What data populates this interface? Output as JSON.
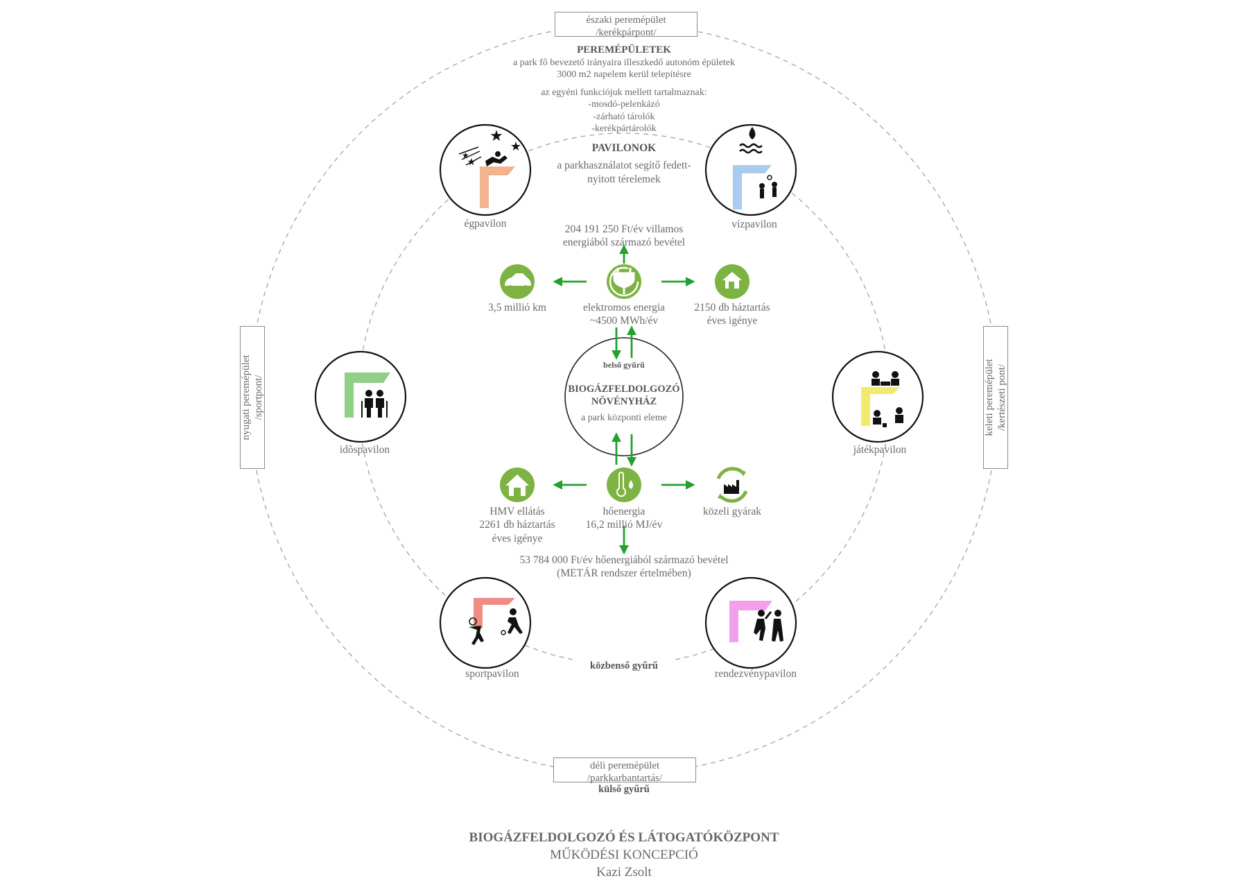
{
  "colors": {
    "green": "#23a12f",
    "icon_green": "#7cb342",
    "ring": "#9a9a9a",
    "sky_pavilion": "#f2b48e",
    "water_pavilion": "#a9cbee",
    "elder_pavilion": "#8fcf86",
    "play_pavilion": "#f2ea6c",
    "sport_pavilion": "#ee8c86",
    "event_pavilion": "#f2a0ee"
  },
  "peripheral_buildings": {
    "north": {
      "line1": "északi peremépület",
      "line2": "/kerékpárpont/"
    },
    "south": {
      "line1": "déli peremépület",
      "line2": "/parkkarbantartás/"
    },
    "west": {
      "line1": "nyugati peremépület",
      "line2": "/sportpont/"
    },
    "east": {
      "line1": "keleti peremépület",
      "line2": "/kertészeti pont/"
    }
  },
  "peripheral_text": {
    "title": "PEREMÉPÜLETEK",
    "line1": "a park fő bevezető irányaira illeszkedő autonóm épületek",
    "line2": "3000 m2 napelem kerül telepítésre",
    "line3": "az egyéni funkciójuk mellett tartalmaznak:",
    "item1": "-mosdó-pelenkázó",
    "item2": "-zárható tárolók",
    "item3": "-kerékpártárolók"
  },
  "pavilions_text": {
    "title": "PAVILONOK",
    "line1": "a parkhasználatot segítő fedett-",
    "line2": "nyitott térelemek"
  },
  "pavilions": {
    "sky": {
      "label": "égpavilon",
      "icon": "stargazer-icon"
    },
    "water": {
      "label": "vízpavilon",
      "icon": "water-play-icon"
    },
    "elder": {
      "label": "idõspavilon",
      "icon": "elderly-couple-icon"
    },
    "play": {
      "label": "játékpavilon",
      "icon": "children-play-icon"
    },
    "sport": {
      "label": "sportpavilon",
      "icon": "tennis-football-icon"
    },
    "event": {
      "label": "rendezvénypavilon",
      "icon": "dancers-icon"
    }
  },
  "energy": {
    "electric_income": {
      "line1": "204 191 250  Ft/év villamos",
      "line2": "energiából származó bevétel"
    },
    "ev": {
      "label": "3,5 millió km",
      "icon": "electric-car-icon"
    },
    "electric": {
      "line1": "elektromos energia",
      "line2": "~4500 MWh/év",
      "icon": "plug-icon"
    },
    "households": {
      "line1": "2150 db háztartás",
      "line2": "éves igénye",
      "icon": "house-plug-icon"
    },
    "inner_ring": "belső gyűrű",
    "center": {
      "line1": "BIOGÁZFELDOLGOZÓ",
      "line2": "NÖVÉNYHÁZ",
      "line3": "a park központi eleme"
    },
    "hmv": {
      "line1": "HMV ellátás",
      "line2": "2261 db háztartás",
      "line3": "éves igénye",
      "icon": "house-icon"
    },
    "heat": {
      "line1": "hőenergia",
      "line2": "16,2 millió MJ/év",
      "icon": "thermometer-drop-icon"
    },
    "factories": {
      "label": "közeli gyárak",
      "icon": "factory-recycle-icon"
    },
    "heat_income": {
      "line1": "53 784 000  Ft/év hőenergiából származó bevétel",
      "line2": "(METÁR rendszer értelmében)"
    }
  },
  "rings": {
    "middle": "közbenső gyűrű",
    "outer": "külső gyűrű"
  },
  "footer": {
    "title": "BIOGÁZFELDOLGOZÓ ÉS LÁTOGATÓKÖZPONT",
    "subtitle": "MŰKÖDÉSI KONCEPCIÓ",
    "author": "Kazi Zsolt"
  }
}
